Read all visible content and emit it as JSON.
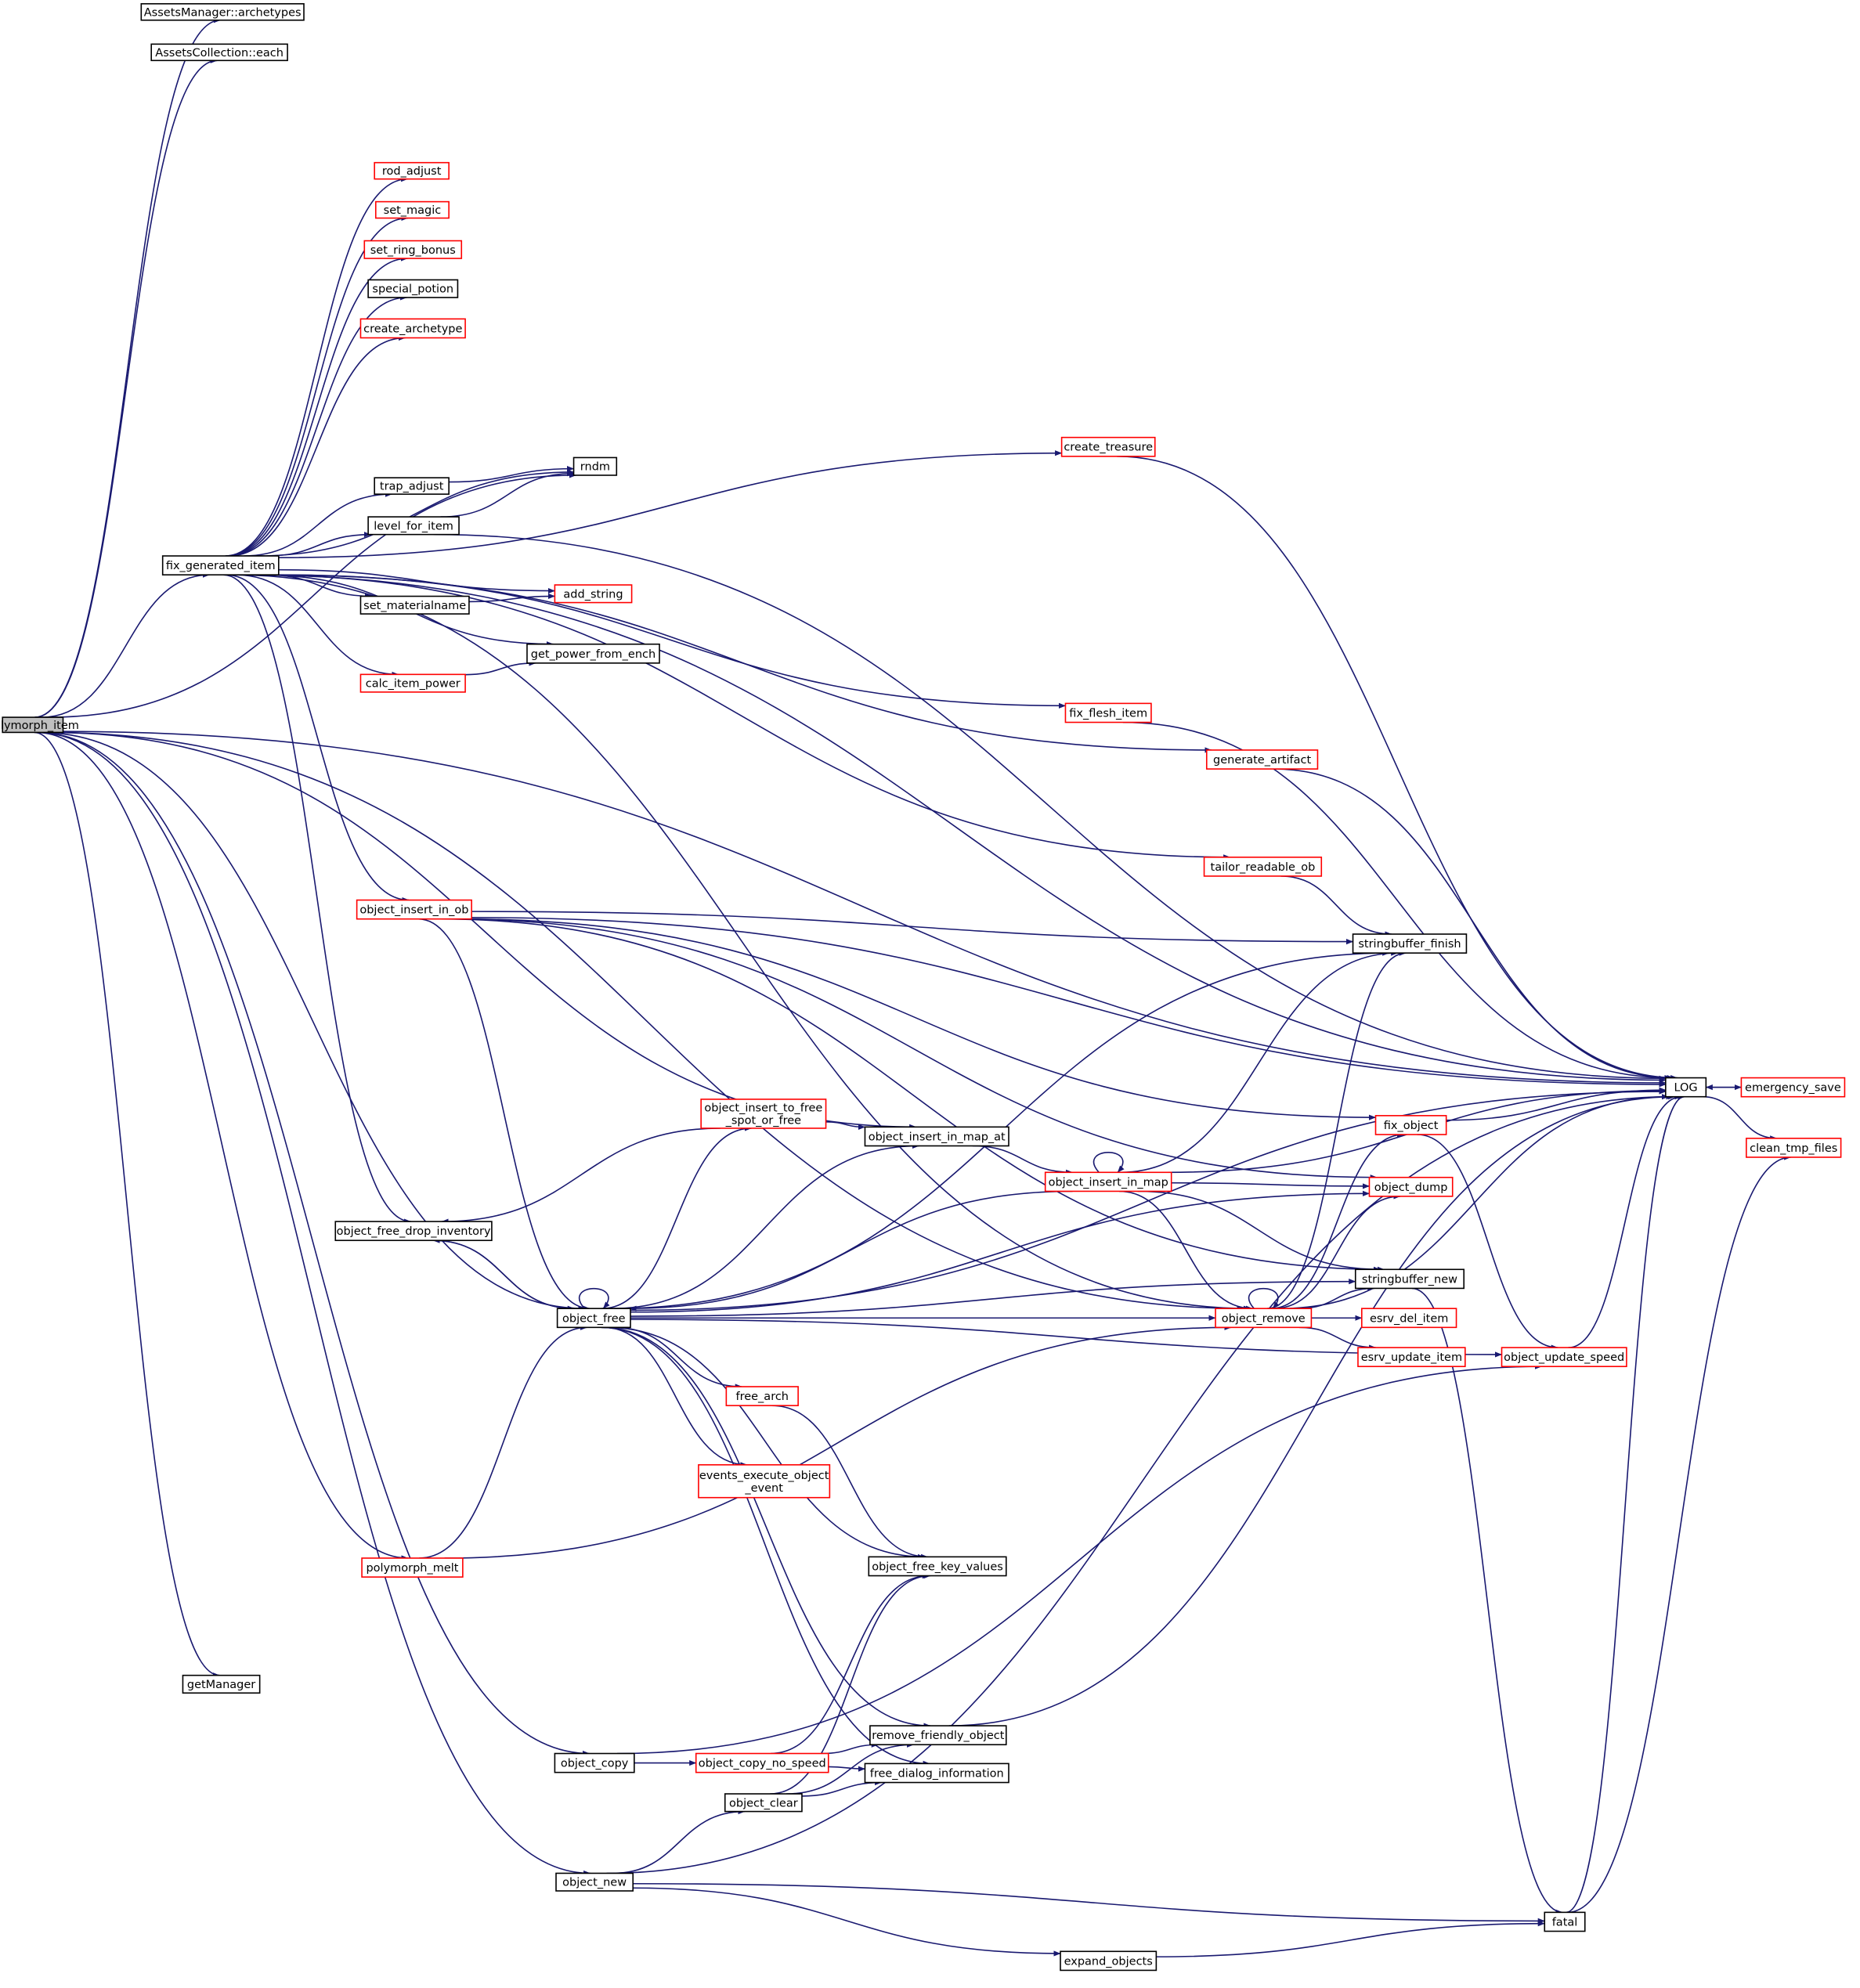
{
  "graph": {
    "root": "polymorph_item",
    "nodes": [
      {
        "id": "polymorph_item",
        "lines": [
          "polymorph_item"
        ],
        "border": "root"
      },
      {
        "id": "am_archetypes",
        "lines": [
          "AssetsManager::archetypes"
        ],
        "border": "black"
      },
      {
        "id": "ac_each",
        "lines": [
          "AssetsCollection::each"
        ],
        "border": "black"
      },
      {
        "id": "fix_generated_item",
        "lines": [
          "fix_generated_item"
        ],
        "border": "black"
      },
      {
        "id": "rod_adjust",
        "lines": [
          "rod_adjust"
        ],
        "border": "red"
      },
      {
        "id": "set_magic",
        "lines": [
          "set_magic"
        ],
        "border": "red"
      },
      {
        "id": "set_ring_bonus",
        "lines": [
          "set_ring_bonus"
        ],
        "border": "red"
      },
      {
        "id": "special_potion",
        "lines": [
          "special_potion"
        ],
        "border": "black"
      },
      {
        "id": "create_archetype",
        "lines": [
          "create_archetype"
        ],
        "border": "red"
      },
      {
        "id": "trap_adjust",
        "lines": [
          "trap_adjust"
        ],
        "border": "black"
      },
      {
        "id": "level_for_item",
        "lines": [
          "level_for_item"
        ],
        "border": "black"
      },
      {
        "id": "rndm",
        "lines": [
          "rndm"
        ],
        "border": "black"
      },
      {
        "id": "set_materialname",
        "lines": [
          "set_materialname"
        ],
        "border": "black"
      },
      {
        "id": "add_string",
        "lines": [
          "add_string"
        ],
        "border": "red"
      },
      {
        "id": "get_power_from_ench",
        "lines": [
          "get_power_from_ench"
        ],
        "border": "black"
      },
      {
        "id": "calc_item_power",
        "lines": [
          "calc_item_power"
        ],
        "border": "red"
      },
      {
        "id": "create_treasure",
        "lines": [
          "create_treasure"
        ],
        "border": "red"
      },
      {
        "id": "fix_flesh_item",
        "lines": [
          "fix_flesh_item"
        ],
        "border": "red"
      },
      {
        "id": "generate_artifact",
        "lines": [
          "generate_artifact"
        ],
        "border": "red"
      },
      {
        "id": "tailor_readable_ob",
        "lines": [
          "tailor_readable_ob"
        ],
        "border": "red"
      },
      {
        "id": "object_insert_in_ob",
        "lines": [
          "object_insert_in_ob"
        ],
        "border": "red"
      },
      {
        "id": "stringbuffer_finish",
        "lines": [
          "stringbuffer_finish"
        ],
        "border": "black"
      },
      {
        "id": "LOG",
        "lines": [
          "LOG"
        ],
        "border": "black"
      },
      {
        "id": "emergency_save",
        "lines": [
          "emergency_save"
        ],
        "border": "red"
      },
      {
        "id": "clean_tmp_files",
        "lines": [
          "clean_tmp_files"
        ],
        "border": "red"
      },
      {
        "id": "fix_object",
        "lines": [
          "fix_object"
        ],
        "border": "red"
      },
      {
        "id": "object_insert_to_free",
        "lines": [
          "object_insert_to_free",
          "_spot_or_free"
        ],
        "border": "red"
      },
      {
        "id": "object_insert_in_map_at",
        "lines": [
          "object_insert_in_map_at"
        ],
        "border": "black"
      },
      {
        "id": "object_insert_in_map",
        "lines": [
          "object_insert_in_map"
        ],
        "border": "red"
      },
      {
        "id": "object_dump",
        "lines": [
          "object_dump"
        ],
        "border": "red"
      },
      {
        "id": "object_free_drop_inventory",
        "lines": [
          "object_free_drop_inventory"
        ],
        "border": "black"
      },
      {
        "id": "object_free",
        "lines": [
          "object_free"
        ],
        "border": "black"
      },
      {
        "id": "object_remove",
        "lines": [
          "object_remove"
        ],
        "border": "red"
      },
      {
        "id": "stringbuffer_new",
        "lines": [
          "stringbuffer_new"
        ],
        "border": "black"
      },
      {
        "id": "esrv_del_item",
        "lines": [
          "esrv_del_item"
        ],
        "border": "red"
      },
      {
        "id": "esrv_update_item",
        "lines": [
          "esrv_update_item"
        ],
        "border": "red"
      },
      {
        "id": "object_update_speed",
        "lines": [
          "object_update_speed"
        ],
        "border": "red"
      },
      {
        "id": "free_arch",
        "lines": [
          "free_arch"
        ],
        "border": "red"
      },
      {
        "id": "events_execute_object_event",
        "lines": [
          "events_execute_object",
          "_event"
        ],
        "border": "red"
      },
      {
        "id": "object_free_key_values",
        "lines": [
          "object_free_key_values"
        ],
        "border": "black"
      },
      {
        "id": "polymorph_melt",
        "lines": [
          "polymorph_melt"
        ],
        "border": "red"
      },
      {
        "id": "getManager",
        "lines": [
          "getManager"
        ],
        "border": "black"
      },
      {
        "id": "remove_friendly_object",
        "lines": [
          "remove_friendly_object"
        ],
        "border": "black"
      },
      {
        "id": "object_copy",
        "lines": [
          "object_copy"
        ],
        "border": "black"
      },
      {
        "id": "object_copy_no_speed",
        "lines": [
          "object_copy_no_speed"
        ],
        "border": "red"
      },
      {
        "id": "free_dialog_information",
        "lines": [
          "free_dialog_information"
        ],
        "border": "black"
      },
      {
        "id": "object_clear",
        "lines": [
          "object_clear"
        ],
        "border": "black"
      },
      {
        "id": "object_new",
        "lines": [
          "object_new"
        ],
        "border": "black"
      },
      {
        "id": "fatal",
        "lines": [
          "fatal"
        ],
        "border": "black"
      },
      {
        "id": "expand_objects",
        "lines": [
          "expand_objects"
        ],
        "border": "black"
      }
    ],
    "edges": [
      [
        "polymorph_item",
        "am_archetypes"
      ],
      [
        "polymorph_item",
        "ac_each"
      ],
      [
        "polymorph_item",
        "LOG"
      ],
      [
        "polymorph_item",
        "rndm"
      ],
      [
        "polymorph_item",
        "fix_generated_item"
      ],
      [
        "polymorph_item",
        "object_insert_in_map_at"
      ],
      [
        "polymorph_item",
        "object_free"
      ],
      [
        "polymorph_item",
        "object_remove"
      ],
      [
        "polymorph_item",
        "polymorph_melt"
      ],
      [
        "polymorph_item",
        "getManager"
      ],
      [
        "polymorph_item",
        "object_copy"
      ],
      [
        "polymorph_item",
        "object_new"
      ],
      [
        "fix_generated_item",
        "rod_adjust"
      ],
      [
        "fix_generated_item",
        "set_magic"
      ],
      [
        "fix_generated_item",
        "set_ring_bonus"
      ],
      [
        "fix_generated_item",
        "special_potion"
      ],
      [
        "fix_generated_item",
        "create_archetype"
      ],
      [
        "fix_generated_item",
        "LOG"
      ],
      [
        "fix_generated_item",
        "create_treasure"
      ],
      [
        "fix_generated_item",
        "rndm"
      ],
      [
        "fix_generated_item",
        "trap_adjust"
      ],
      [
        "fix_generated_item",
        "level_for_item"
      ],
      [
        "fix_generated_item",
        "add_string"
      ],
      [
        "fix_generated_item",
        "set_materialname"
      ],
      [
        "fix_generated_item",
        "get_power_from_ench"
      ],
      [
        "fix_generated_item",
        "calc_item_power"
      ],
      [
        "fix_generated_item",
        "fix_flesh_item"
      ],
      [
        "fix_generated_item",
        "generate_artifact"
      ],
      [
        "fix_generated_item",
        "tailor_readable_ob"
      ],
      [
        "fix_generated_item",
        "object_insert_in_ob"
      ],
      [
        "fix_generated_item",
        "object_remove"
      ],
      [
        "fix_generated_item",
        "object_free_drop_inventory"
      ],
      [
        "trap_adjust",
        "rndm"
      ],
      [
        "level_for_item",
        "rndm"
      ],
      [
        "level_for_item",
        "LOG"
      ],
      [
        "set_materialname",
        "add_string"
      ],
      [
        "calc_item_power",
        "get_power_from_ench"
      ],
      [
        "create_treasure",
        "LOG"
      ],
      [
        "fix_flesh_item",
        "LOG"
      ],
      [
        "generate_artifact",
        "LOG"
      ],
      [
        "tailor_readable_ob",
        "stringbuffer_finish"
      ],
      [
        "object_insert_in_ob",
        "LOG"
      ],
      [
        "object_insert_in_ob",
        "stringbuffer_finish"
      ],
      [
        "object_insert_in_ob",
        "fix_object"
      ],
      [
        "object_insert_in_ob",
        "object_dump"
      ],
      [
        "object_insert_in_ob",
        "stringbuffer_new"
      ],
      [
        "object_insert_in_ob",
        "object_free"
      ],
      [
        "LOG",
        "emergency_save"
      ],
      [
        "LOG",
        "clean_tmp_files"
      ],
      [
        "emergency_save",
        "LOG"
      ],
      [
        "fix_object",
        "LOG"
      ],
      [
        "fix_object",
        "object_update_speed"
      ],
      [
        "object_insert_to_free",
        "object_insert_in_map_at"
      ],
      [
        "object_insert_to_free",
        "object_free_drop_inventory"
      ],
      [
        "object_insert_in_map_at",
        "object_insert_in_map"
      ],
      [
        "object_insert_in_map",
        "object_insert_in_map"
      ],
      [
        "object_insert_in_map",
        "LOG"
      ],
      [
        "object_insert_in_map",
        "stringbuffer_finish"
      ],
      [
        "object_insert_in_map",
        "object_dump"
      ],
      [
        "object_insert_in_map",
        "stringbuffer_new"
      ],
      [
        "object_insert_in_map",
        "object_remove"
      ],
      [
        "object_insert_in_map",
        "object_free"
      ],
      [
        "object_free_drop_inventory",
        "object_free"
      ],
      [
        "object_free",
        "object_free"
      ],
      [
        "object_free",
        "object_free_drop_inventory"
      ],
      [
        "object_free",
        "object_insert_to_free"
      ],
      [
        "object_free",
        "object_insert_in_map_at"
      ],
      [
        "object_free",
        "stringbuffer_finish"
      ],
      [
        "object_free",
        "object_dump"
      ],
      [
        "object_free",
        "object_remove"
      ],
      [
        "object_free",
        "object_update_speed"
      ],
      [
        "object_free",
        "free_arch"
      ],
      [
        "object_free",
        "events_execute_object_event"
      ],
      [
        "object_free",
        "object_free_key_values"
      ],
      [
        "object_free",
        "LOG"
      ],
      [
        "object_free",
        "stringbuffer_new"
      ],
      [
        "object_free",
        "remove_friendly_object"
      ],
      [
        "object_free",
        "free_dialog_information"
      ],
      [
        "object_remove",
        "object_remove"
      ],
      [
        "object_remove",
        "LOG"
      ],
      [
        "object_remove",
        "stringbuffer_finish"
      ],
      [
        "object_remove",
        "fix_object"
      ],
      [
        "object_remove",
        "object_dump"
      ],
      [
        "object_remove",
        "stringbuffer_new"
      ],
      [
        "object_remove",
        "esrv_del_item"
      ],
      [
        "object_remove",
        "esrv_update_item"
      ],
      [
        "stringbuffer_new",
        "fatal"
      ],
      [
        "object_update_speed",
        "LOG"
      ],
      [
        "free_arch",
        "object_free_key_values"
      ],
      [
        "polymorph_melt",
        "object_free"
      ],
      [
        "polymorph_melt",
        "object_remove"
      ],
      [
        "remove_friendly_object",
        "LOG"
      ],
      [
        "object_copy",
        "object_copy_no_speed"
      ],
      [
        "object_copy",
        "object_update_speed"
      ],
      [
        "object_copy_no_speed",
        "object_free_key_values"
      ],
      [
        "object_copy_no_speed",
        "remove_friendly_object"
      ],
      [
        "object_copy_no_speed",
        "free_dialog_information"
      ],
      [
        "object_clear",
        "object_free_key_values"
      ],
      [
        "object_clear",
        "remove_friendly_object"
      ],
      [
        "object_clear",
        "free_dialog_information"
      ],
      [
        "object_new",
        "object_clear"
      ],
      [
        "object_new",
        "LOG"
      ],
      [
        "object_new",
        "fatal"
      ],
      [
        "object_new",
        "expand_objects"
      ],
      [
        "expand_objects",
        "fatal"
      ],
      [
        "fatal",
        "LOG"
      ],
      [
        "fatal",
        "clean_tmp_files"
      ]
    ]
  },
  "colors": {
    "edge": "#191970",
    "black_border": "#000000",
    "red_border": "#ff0000",
    "root_fill": "#bfbfbf"
  }
}
